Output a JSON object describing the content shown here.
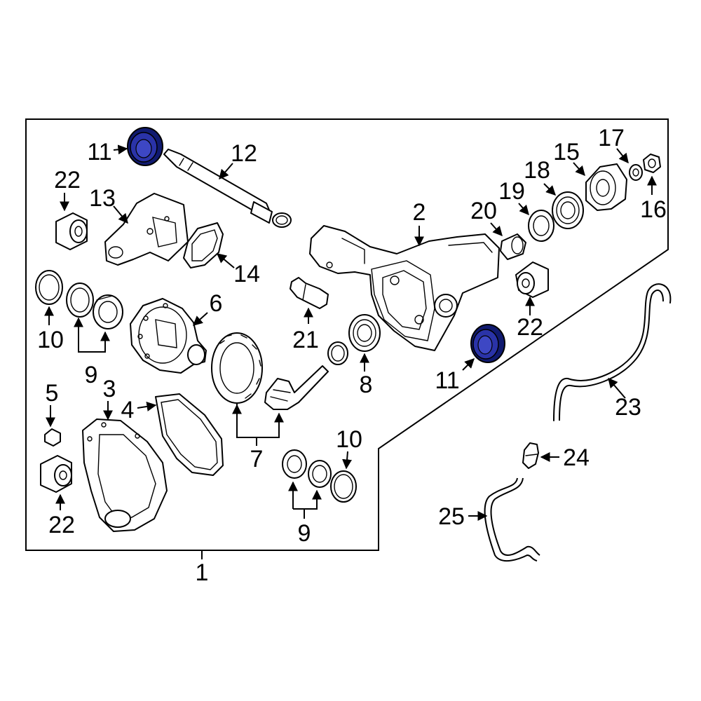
{
  "colors": {
    "line": "#000000",
    "background": "#ffffff",
    "highlight": "#2a33a8",
    "highlight_dark": "#101a70"
  },
  "callouts": {
    "c1": "1",
    "c2": "2",
    "c3": "3",
    "c4": "4",
    "c5": "5",
    "c6": "6",
    "c7": "7",
    "c8": "8",
    "c9": "9",
    "c10": "10",
    "c11": "11",
    "c12": "12",
    "c13": "13",
    "c14": "14",
    "c15": "15",
    "c16": "16",
    "c17": "17",
    "c18": "18",
    "c19": "19",
    "c20": "20",
    "c21": "21",
    "c22": "22",
    "c23": "23",
    "c24": "24",
    "c25": "25"
  },
  "highlighted_part": "11",
  "icons": [
    "arrow-icon"
  ]
}
